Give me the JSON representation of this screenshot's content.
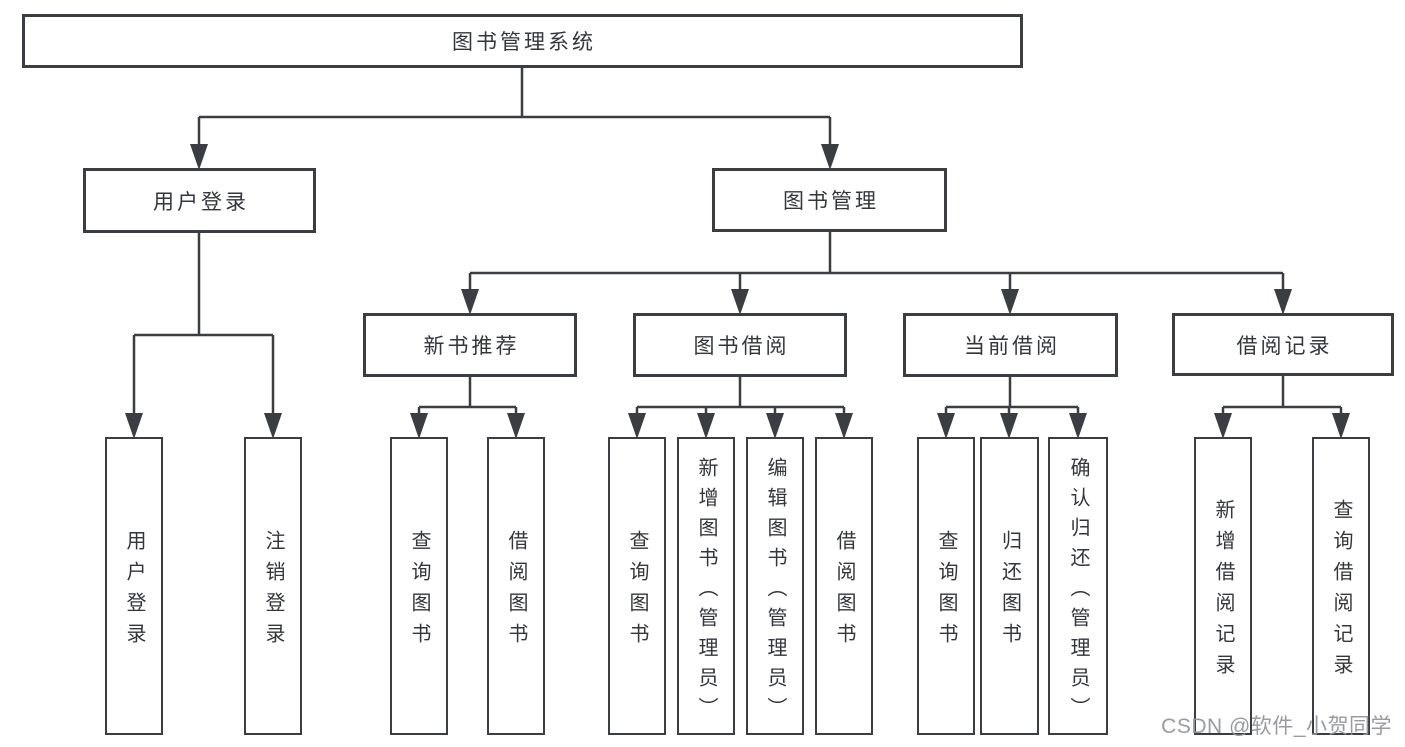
{
  "diagram": {
    "type": "hierarchy-tree",
    "colors": {
      "background": "#ffffff",
      "line": "#3a3d42",
      "box_border": "#3a3d42",
      "text": "#33363c",
      "watermark": "#94969a"
    },
    "nodes": {
      "root": {
        "label": "图书管理系统"
      },
      "user_login": {
        "label": "用户登录"
      },
      "book_management": {
        "label": "图书管理"
      },
      "new_book_recommend": {
        "label": "新书推荐"
      },
      "book_borrow": {
        "label": "图书借阅"
      },
      "current_borrow": {
        "label": "当前借阅"
      },
      "borrow_record": {
        "label": "借阅记录"
      },
      "login": {
        "label": "用户登录"
      },
      "logout": {
        "label": "注销登录"
      },
      "recommend_query_book": {
        "label": "查询图书"
      },
      "recommend_borrow_book": {
        "label": "借阅图书"
      },
      "borrow_query_book": {
        "label": "查询图书"
      },
      "borrow_add_book": {
        "label": "新增图书（管理员）"
      },
      "borrow_edit_book": {
        "label": "编辑图书（管理员）"
      },
      "borrow_borrow_book": {
        "label": "借阅图书"
      },
      "current_query_book": {
        "label": "查询图书"
      },
      "current_return_book": {
        "label": "归还图书"
      },
      "current_confirm_return": {
        "label": "确认归还（管理员）"
      },
      "record_add": {
        "label": "新增借阅记录"
      },
      "record_query": {
        "label": "查询借阅记录"
      }
    },
    "hierarchy": {
      "root": [
        "user_login",
        "book_management"
      ],
      "user_login": [
        "login",
        "logout"
      ],
      "book_management": [
        "new_book_recommend",
        "book_borrow",
        "current_borrow",
        "borrow_record"
      ],
      "new_book_recommend": [
        "recommend_query_book",
        "recommend_borrow_book"
      ],
      "book_borrow": [
        "borrow_query_book",
        "borrow_add_book",
        "borrow_edit_book",
        "borrow_borrow_book"
      ],
      "current_borrow": [
        "current_query_book",
        "current_return_book",
        "current_confirm_return"
      ],
      "borrow_record": [
        "record_add",
        "record_query"
      ]
    },
    "watermark": "CSDN @软件_小贺同学"
  }
}
